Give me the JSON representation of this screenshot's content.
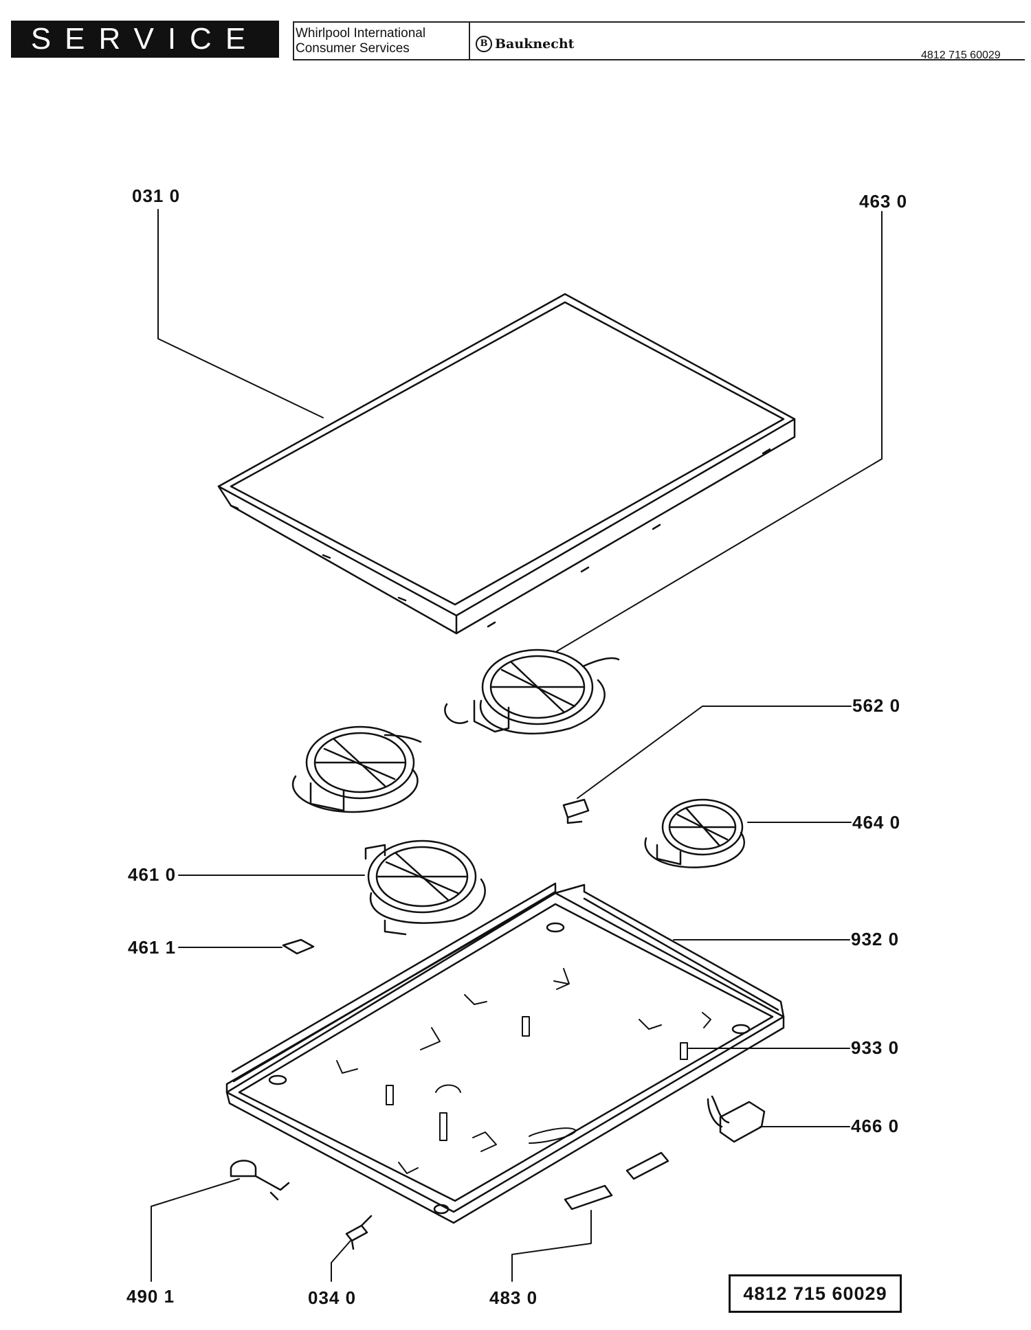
{
  "header": {
    "service_label": "SERVICE",
    "company_line1": "Whirlpool International",
    "company_line2": "Consumer Services",
    "brand": "Bauknecht",
    "brand_mark": "B",
    "doc_number": "4812 715 60029"
  },
  "callouts": {
    "c0310": "031 0",
    "c4630": "463 0",
    "c5620": "562 0",
    "c4640": "464 0",
    "c4610": "461 0",
    "c9320": "932 0",
    "c4611": "461 1",
    "c9330": "933 0",
    "c4660": "466 0",
    "c4901": "490 1",
    "c0340": "034 0",
    "c4830": "483 0"
  },
  "footer": {
    "doc_number": "4812  715  60029"
  }
}
